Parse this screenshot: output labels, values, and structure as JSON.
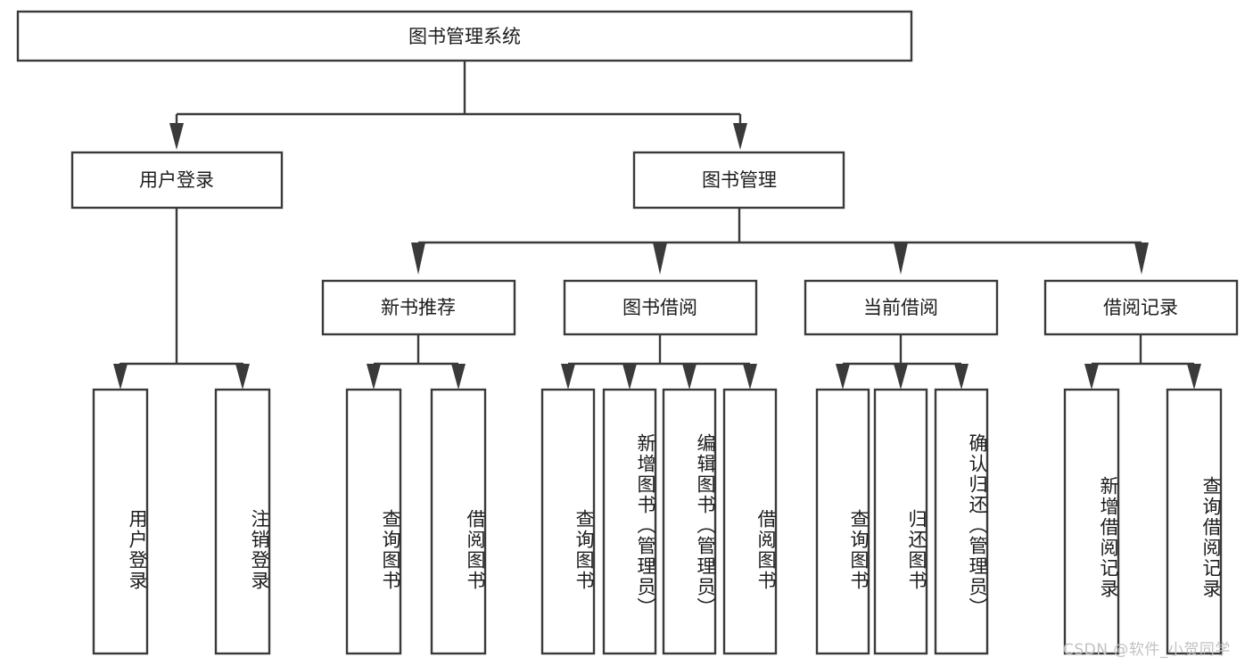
{
  "diagram": {
    "title": "图书管理系统",
    "type": "tree-hierarchy",
    "watermark": "CSDN @软件_小贺同学",
    "colors": {
      "stroke": "#3a3a3a",
      "fill": "#ffffff",
      "text": "#1c1c1c",
      "watermark": "#c2c2c2",
      "background": "#ffffff"
    },
    "root": {
      "label": "图书管理系统"
    },
    "level2": [
      {
        "label": "用户登录"
      },
      {
        "label": "图书管理"
      }
    ],
    "level3": [
      {
        "label": "新书推荐"
      },
      {
        "label": "图书借阅"
      },
      {
        "label": "当前借阅"
      },
      {
        "label": "借阅记录"
      }
    ],
    "leaves": {
      "user_login": [
        {
          "label": "用户登录"
        },
        {
          "label": "注销登录"
        }
      ],
      "new_book_recommend": [
        {
          "label": "查询图书"
        },
        {
          "label": "借阅图书"
        }
      ],
      "book_borrow": [
        {
          "label": "查询图书"
        },
        {
          "label": "新增图书（管理员）"
        },
        {
          "label": "编辑图书（管理员）"
        },
        {
          "label": "借阅图书"
        }
      ],
      "current_borrow": [
        {
          "label": "查询图书"
        },
        {
          "label": "归还图书"
        },
        {
          "label": "确认归还（管理员）"
        }
      ],
      "borrow_record": [
        {
          "label": "新增借阅记录"
        },
        {
          "label": "查询借阅记录"
        }
      ]
    }
  }
}
